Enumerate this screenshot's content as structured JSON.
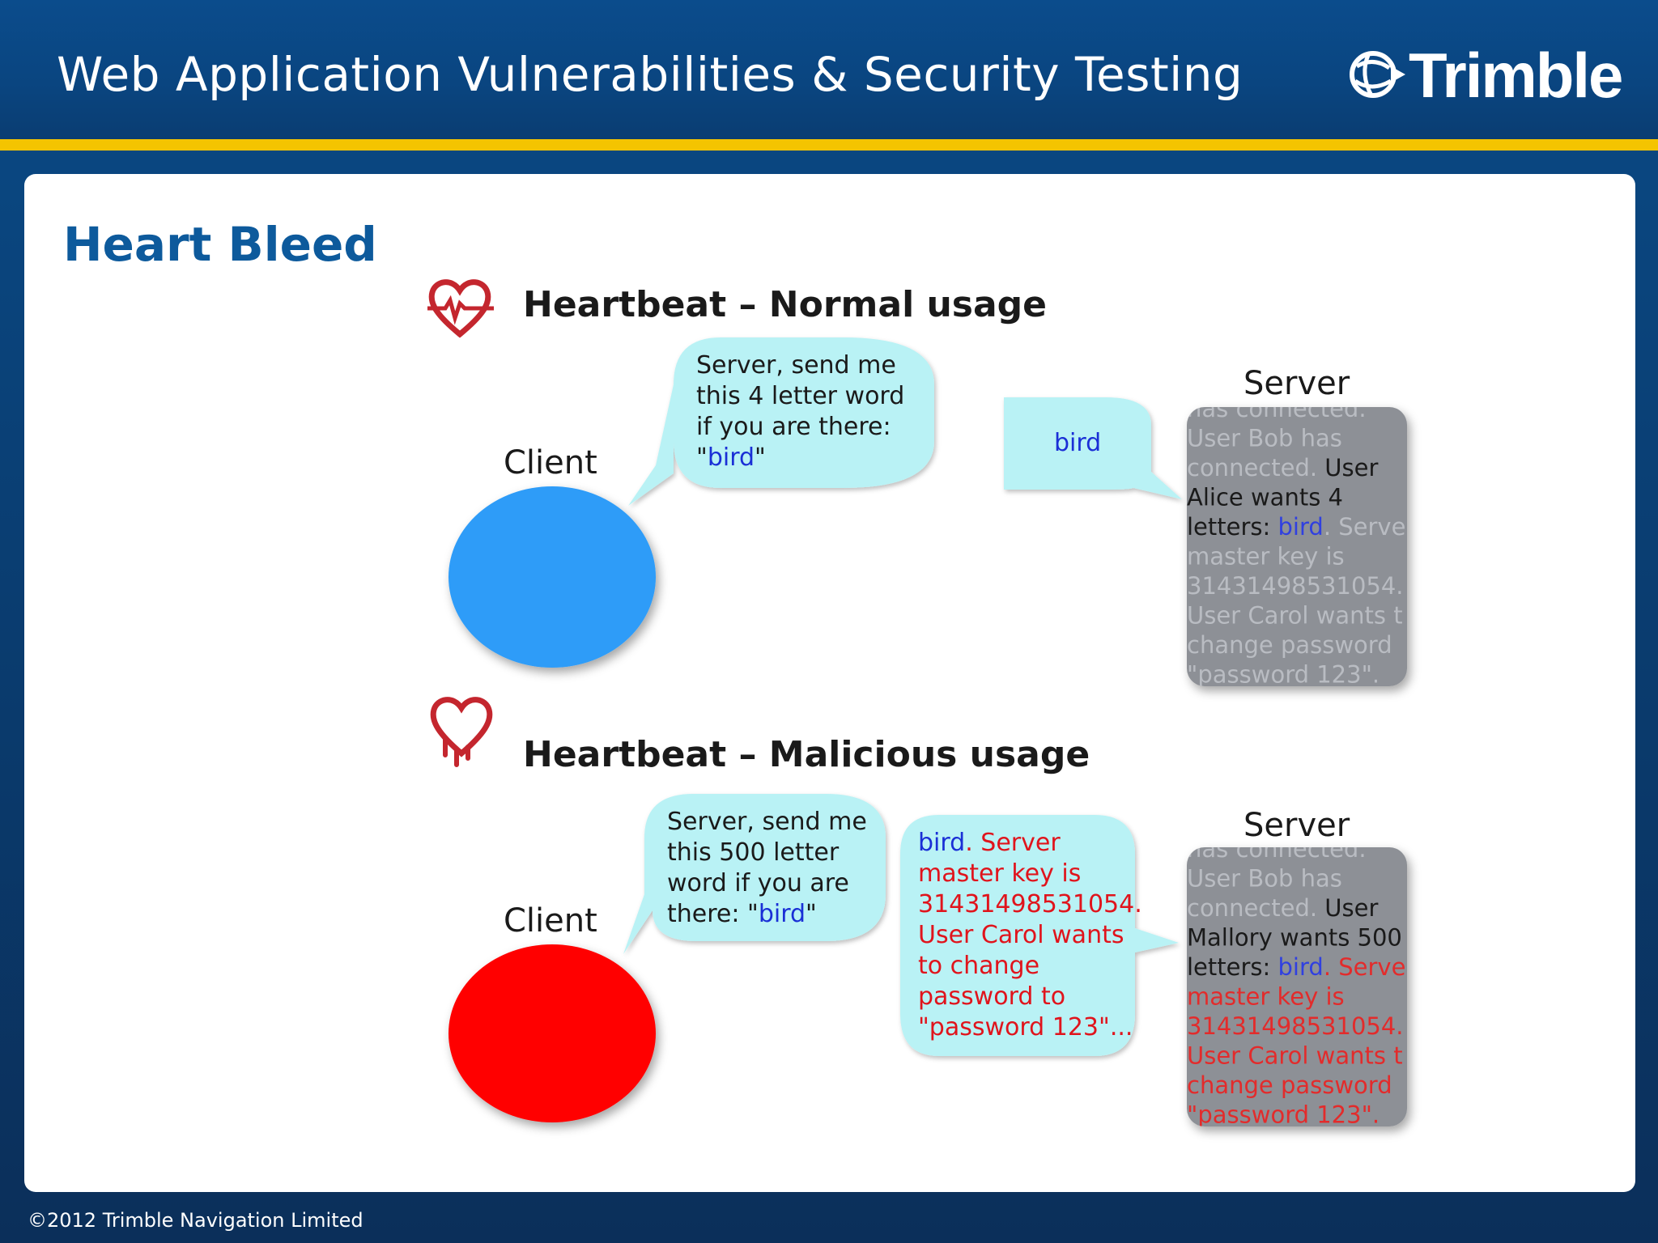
{
  "header": {
    "title": "Web Application Vulnerabilities & Security Testing",
    "logo_text": "Trimble"
  },
  "slide": {
    "heading": "Heart Bleed"
  },
  "diagram": {
    "normal": {
      "title": "Heartbeat – Normal usage",
      "client_label": "Client",
      "server_label": "Server",
      "request_lines": [
        "Server, send me",
        "this 4 letter word",
        "if you are there:"
      ],
      "request_quote_open": "\"",
      "request_word": "bird",
      "request_quote_close": "\"",
      "response": "bird",
      "memory_lines": [
        {
          "parts": [
            {
              "t": "has connected.",
              "c": "faded"
            }
          ]
        },
        {
          "parts": [
            {
              "t": "User Bob has",
              "c": "faded"
            }
          ]
        },
        {
          "parts": [
            {
              "t": "connected. ",
              "c": "faded"
            },
            {
              "t": "User",
              "c": "dark"
            }
          ]
        },
        {
          "parts": [
            {
              "t": "Alice wants 4",
              "c": "dark"
            }
          ]
        },
        {
          "parts": [
            {
              "t": "letters: ",
              "c": "dark"
            },
            {
              "t": "bird",
              "c": "blue"
            },
            {
              "t": ". Serve",
              "c": "faded"
            }
          ]
        },
        {
          "parts": [
            {
              "t": "master key is",
              "c": "faded"
            }
          ]
        },
        {
          "parts": [
            {
              "t": "31431498531054.",
              "c": "faded"
            }
          ]
        },
        {
          "parts": [
            {
              "t": "User Carol wants t",
              "c": "faded"
            }
          ]
        },
        {
          "parts": [
            {
              "t": "change password",
              "c": "faded"
            }
          ]
        },
        {
          "parts": [
            {
              "t": "\"password 123\". ",
              "c": "faded"
            }
          ]
        }
      ]
    },
    "malicious": {
      "title": "Heartbeat – Malicious usage",
      "client_label": "Client",
      "server_label": "Server",
      "request_lines": [
        "Server, send me",
        "this 500 letter",
        "word if you are"
      ],
      "request_last_prefix": "there: \"",
      "request_word": "bird",
      "request_quote_close": "\"",
      "response_first_word": "bird",
      "response_first_rest": ". Server",
      "response_lines": [
        "master key is",
        "31431498531054.",
        "User Carol wants",
        "to change",
        "password to",
        "\"password 123\"..."
      ],
      "memory_lines": [
        {
          "parts": [
            {
              "t": "has connected.",
              "c": "faded"
            }
          ]
        },
        {
          "parts": [
            {
              "t": "User Bob has",
              "c": "faded"
            }
          ]
        },
        {
          "parts": [
            {
              "t": "connected. ",
              "c": "faded"
            },
            {
              "t": "User",
              "c": "dark"
            }
          ]
        },
        {
          "parts": [
            {
              "t": "Mallory wants 500",
              "c": "dark"
            }
          ]
        },
        {
          "parts": [
            {
              "t": "letters: ",
              "c": "dark"
            },
            {
              "t": "bird",
              "c": "blue"
            },
            {
              "t": ". Serve",
              "c": "red"
            }
          ]
        },
        {
          "parts": [
            {
              "t": "master key is",
              "c": "red"
            }
          ]
        },
        {
          "parts": [
            {
              "t": "31431498531054.",
              "c": "red"
            }
          ]
        },
        {
          "parts": [
            {
              "t": "User Carol wants t",
              "c": "red"
            }
          ]
        },
        {
          "parts": [
            {
              "t": "change password",
              "c": "red"
            }
          ]
        },
        {
          "parts": [
            {
              "t": "\"password 123\". ",
              "c": "red"
            }
          ]
        }
      ]
    }
  },
  "footer": {
    "copyright": "©2012 Trimble Navigation Limited"
  },
  "colors": {
    "brand_blue": "#0a4580",
    "stripe_yellow": "#f4c400",
    "heading_blue": "#0d5a9c",
    "client_normal": "#2e9cf8",
    "client_malicious": "#ff0000",
    "bubble": "#b9f2f5",
    "server_box": "#8d9096"
  }
}
